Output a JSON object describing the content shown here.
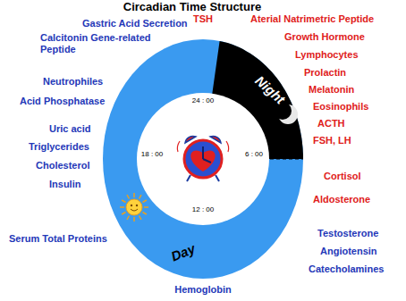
{
  "diagram": {
    "title": "Circadian Time Structure",
    "labels": [
      "TSH",
      "Aterial Natrimetric Peptide",
      "Growth Hormone",
      "Lymphocytes",
      "Prolactin",
      "Melatonin",
      "Eosinophils",
      "ACTH",
      "FSH, LH",
      "Cortisol",
      "Aldosterone",
      "Testosterone",
      "Angiotensin",
      "Catecholamines",
      "Hemoglobin",
      "Serum Total Proteins",
      "Insulin",
      "Cholesterol",
      "Triglycerides",
      "Uric acid",
      "Acid Phosphatase",
      "Neutrophiles",
      "Calcitonin Gene-related Peptide",
      "Gastric Acid Secretion",
      "Night",
      "Day",
      "24 : 00",
      "6 : 00",
      "12 : 00",
      "18 : 00"
    ]
  }
}
